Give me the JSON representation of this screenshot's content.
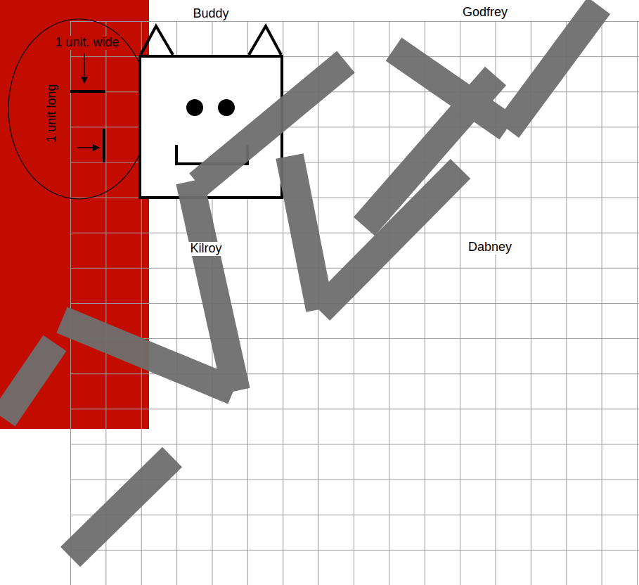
{
  "diagram": {
    "labels": [
      "1 unit. wide",
      "1 unit long",
      "Buddy",
      "Godfrey",
      "Kilroy",
      "Dabney"
    ]
  }
}
